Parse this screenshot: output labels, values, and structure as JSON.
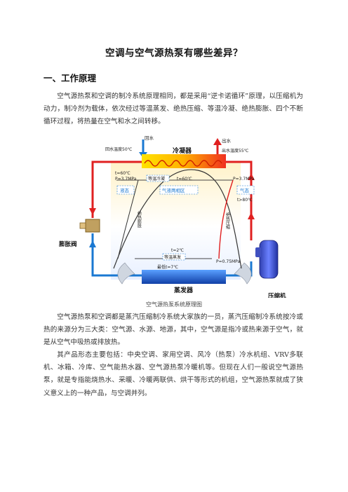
{
  "document": {
    "title": "空调与空气源热泵有哪些差异？",
    "section1_heading": "一、工作原理",
    "paragraph1": "空气源热泵和空调的制冷系统原理相同，都是采用“逆卡诺循环”原理，以压缩机为动力，制冷剂为载体，依次经过等温蒸发、绝热压缩、等温冷凝、绝热膨胀、四个不断循环过程，将热量在空气和水之间转移。",
    "figure_caption": "空气源热泵系统原理图",
    "paragraph2": "空气源热泵和空调都是蒸汽压缩制冷系统大家族的一员，蒸汽压缩制冷系统按冷或热的来源分为三大类：空气源、水源、地源，其中，空气源是指冷或热来源于空气，就是从空气中吸热或排放热。",
    "paragraph3": "其产品形态主要包括：中央空调、家用空调、风冷（热泵）冷水机组、VRV多联机、冰箱、冷库、空气能热水器、空气源热泵冷暖机等。但现在人们一般说空气源热泵，就是专指能烧热水、采暖、冷暖两联供、烘干等形式的机组，空气源热泵就成了狭义意义上的一种产品，与空调并列。"
  },
  "diagram": {
    "inlet": "回水",
    "inlet_temp": "回水温度50℃",
    "outlet": "出水",
    "outlet_temp": "出水温度55℃",
    "condenser": "冷凝器",
    "evaporator": "蒸发器",
    "expansion_valve": "膨胀阀",
    "compressor": "压缩机",
    "left_t": "t=60℃",
    "left_p": "P=3.7MPa",
    "isothermal_condense": "等温冷凝",
    "mid_t": "t=60℃",
    "right_p": "P=3.7MPa",
    "liquid": "液态",
    "two_phase": "气液两相区",
    "gas": "气态",
    "gas_t": "t>80℃",
    "adiabatic_expansion": "绝热膨胀",
    "adiabatic_compression": "绝热压缩",
    "evap_t": "t=2℃",
    "isothermal_evaporate": "等温蒸发",
    "low_p": "P=0.75MPa",
    "min_t": "最低t=7℃"
  },
  "colors": {
    "pipe_blue": "#1a78d2",
    "pipe_red": "#e02020",
    "dashed_label": "#1a78d2",
    "condenser_top": "#ffd000",
    "evaporator_blue": "#2060c8"
  }
}
